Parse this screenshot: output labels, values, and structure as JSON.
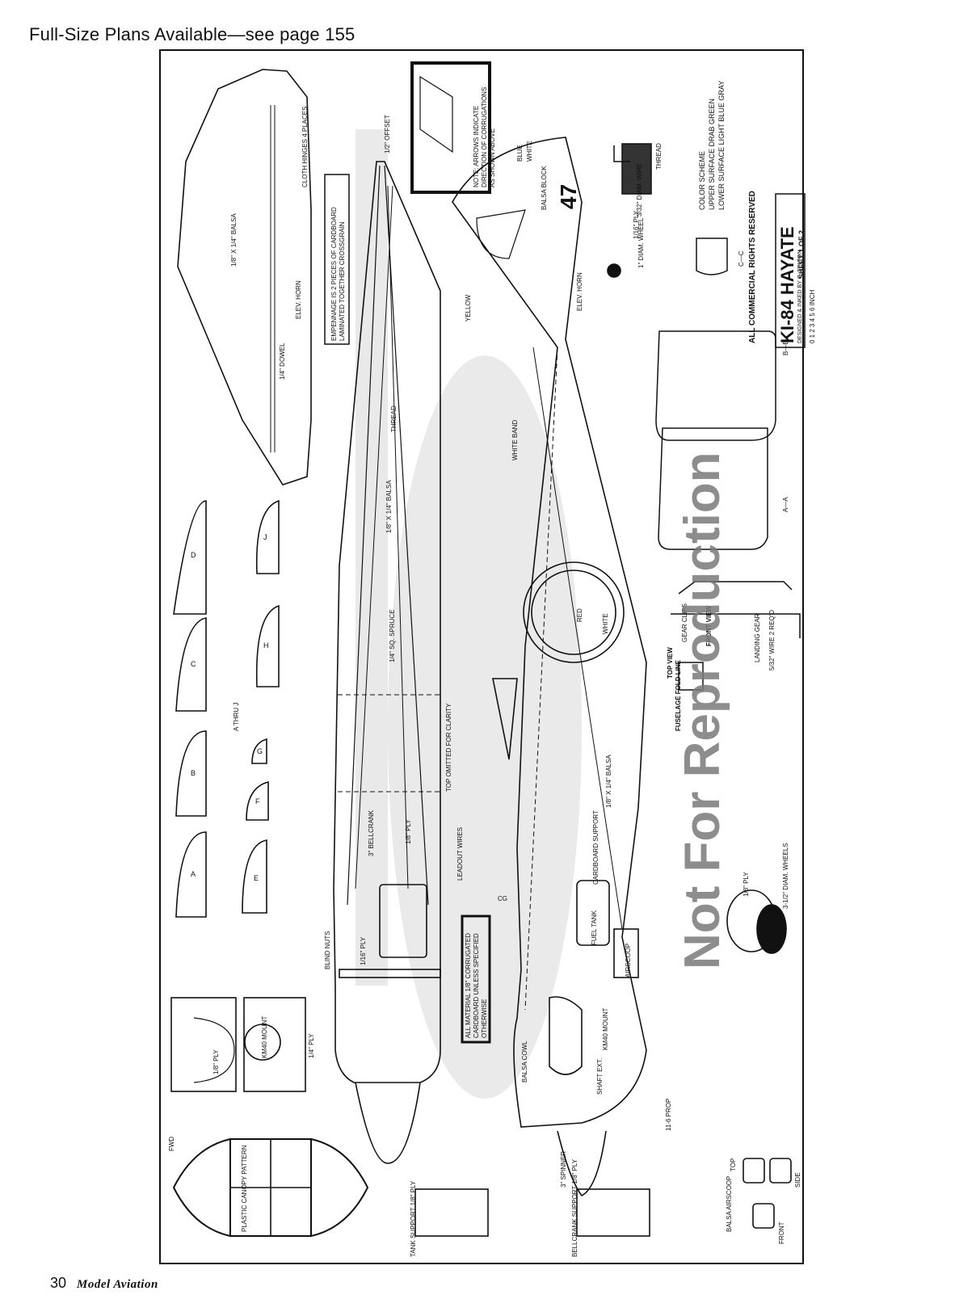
{
  "header": {
    "text": "Full-Size Plans Available—see page 155"
  },
  "footer": {
    "page_number": "30",
    "magazine": "Model Aviation"
  },
  "watermark": {
    "text": "Not For Reproduction"
  },
  "title_block": {
    "rights": "ALL COMMERCIAL RIGHTS RESERVED",
    "title": "KI-84 HAYATE",
    "designer": "DESIGNED & INKED BY C. FELTON",
    "scale": "0 1 2 3 4 5 6 INCH",
    "sheet": "SHEET 1 OF 2"
  },
  "color_scheme": {
    "heading": "COLOR SCHEME",
    "upper": "UPPER SURFACE DRAB GREEN",
    "lower": "LOWER SURFACE LIGHT BLUE GRAY"
  },
  "note_box": {
    "line1": "NOTE: ARROWS INDICATE",
    "line2": "DIRECTION OF CORRUGATIONS",
    "line3": "AS SHOWN ABOVE"
  },
  "empennage_note": {
    "line1": "EMPENNAGE IS 2 PIECES OF CARDBOARD",
    "line2": "LAMINATED TOGETHER CROSSGRAIN"
  },
  "material_note": {
    "line1": "ALL MATERIAL 1/8\" CORRUGATED",
    "line2": "CARDBOARD UNLESS SPECIFIED",
    "line3": "OTHERWISE"
  },
  "stab_labels": {
    "balsa": "1/8\" X 1/4\" BALSA",
    "hinges": "CLOTH HINGES 4 PLACES",
    "horn": "ELEV. HORN",
    "dowel": "1/4\" DOWEL"
  },
  "top_view_labels": {
    "offset": "1/2\" OFFSET",
    "balsa": "1/8\" X 1/4\" BALSA",
    "thread": "THREAD",
    "spruce": "1/4\" SQ. SPRUCE",
    "top_omitted": "TOP OMITTED FOR CLARITY",
    "bellcrank": "3\" BELLCRANK",
    "ply": "1/8\" PLY",
    "leadout": "LEADOUT WIRES",
    "blind_nuts": "BLIND NUTS",
    "ply16": "1/16\" PLY"
  },
  "side_view_labels": {
    "blue": "BLUE",
    "white": "WHITE",
    "balsa_block": "BALSA BLOCK",
    "number": "47",
    "yellow": "YELLOW",
    "elev_horn": "ELEV. HORN",
    "white_band": "WHITE BAND",
    "red": "RED",
    "white2": "WHITE",
    "balsa_strip": "1/8\" X 1/4\" BALSA",
    "cardboard_support": "CARDBOARD SUPPORT",
    "fuel_tank": "FUEL TANK",
    "airscoop": "AIRSCOOP",
    "km40_mount": "KM40 MOUNT",
    "shaft_ext": "SHAFT EXT.",
    "balsa_cowl": "BALSA COWL",
    "prop": "11-6 PROP",
    "spinner": "3\" SPINNER",
    "fold_line": "FUSELAGE FOLD LINE",
    "cg": "CG"
  },
  "small_parts": {
    "wire": "3/32\" DIAM. WIRE",
    "thread": "THREAD",
    "wheel_1in": "1\" DIAM. WHEEL",
    "ply16": "1/16\" PLY",
    "ply18": "1/8\" PLY",
    "wheels_35": "3-1/2\" DIAM. WHEELS",
    "gear_clips": "GEAR CLIPS",
    "top_view": "TOP VIEW",
    "front_view": "FRONT VIEW",
    "landing_gear": "LANDING GEAR",
    "gear_wire": "5/32\" WIRE 2 REQ'D"
  },
  "sections": {
    "aa": "A—A",
    "bb": "B—B",
    "cc": "C—C"
  },
  "bottom_parts": {
    "canopy": "PLASTIC CANOPY PATTERN",
    "fwd": "FWD",
    "tank_support": "TANK SUPPORT 1/8\" PLY",
    "bellcrank_support": "BELLCRANK SUPPORT 1/8\" PLY",
    "balsa_airscoop": "BALSA AIRSCOOP",
    "top": "TOP",
    "side": "SIDE",
    "front": "FRONT",
    "c2_ply": "1/8\" PLY",
    "c1_mount": "KM40 MOUNT",
    "ply14": "1/4\" PLY",
    "formers_note": "A THRU J"
  },
  "former_letters": [
    "A",
    "B",
    "C",
    "D",
    "E",
    "F",
    "G",
    "H",
    "J"
  ]
}
